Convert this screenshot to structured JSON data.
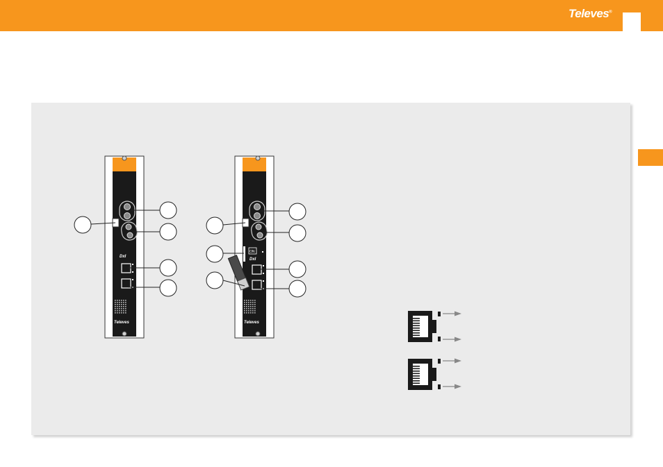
{
  "header": {
    "brand": "Televes",
    "brand_mark": "®",
    "accent_color": "#f7961d"
  },
  "panel": {
    "background": "#ebebeb"
  },
  "modules": {
    "left": {
      "brand": "Televes",
      "port_label": "DxI"
    },
    "right": {
      "brand": "Televes",
      "port_label": "DxI",
      "switch_label": "ON"
    }
  },
  "icons": {
    "callout": "blank-callout-circle",
    "rj45": "rj45-port-icon",
    "arrow": "arrow-right-icon"
  }
}
